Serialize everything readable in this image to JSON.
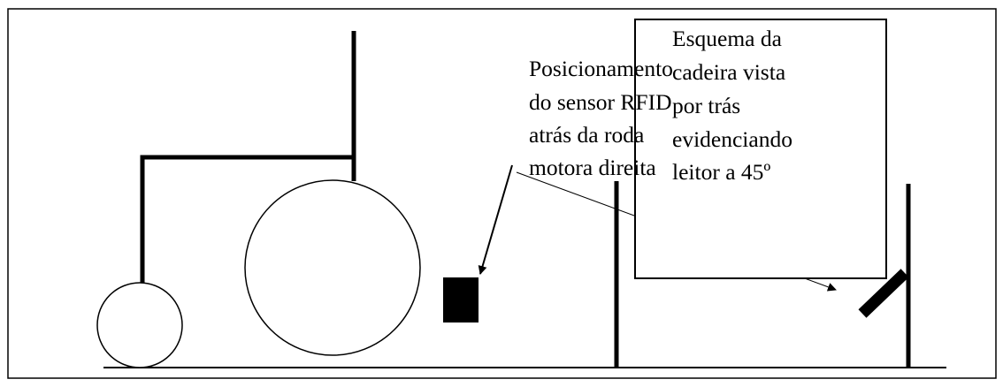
{
  "labels": {
    "sensor_lines": [
      "Posicionamento",
      "do sensor RFID",
      "atrás da roda",
      "motora direita"
    ],
    "rear_view_lines": [
      "Esquema da",
      "cadeira vista",
      "por trás",
      "evidenciando",
      "leitor a 45º"
    ]
  },
  "colors": {
    "ink": "#000000",
    "paper": "#ffffff"
  }
}
